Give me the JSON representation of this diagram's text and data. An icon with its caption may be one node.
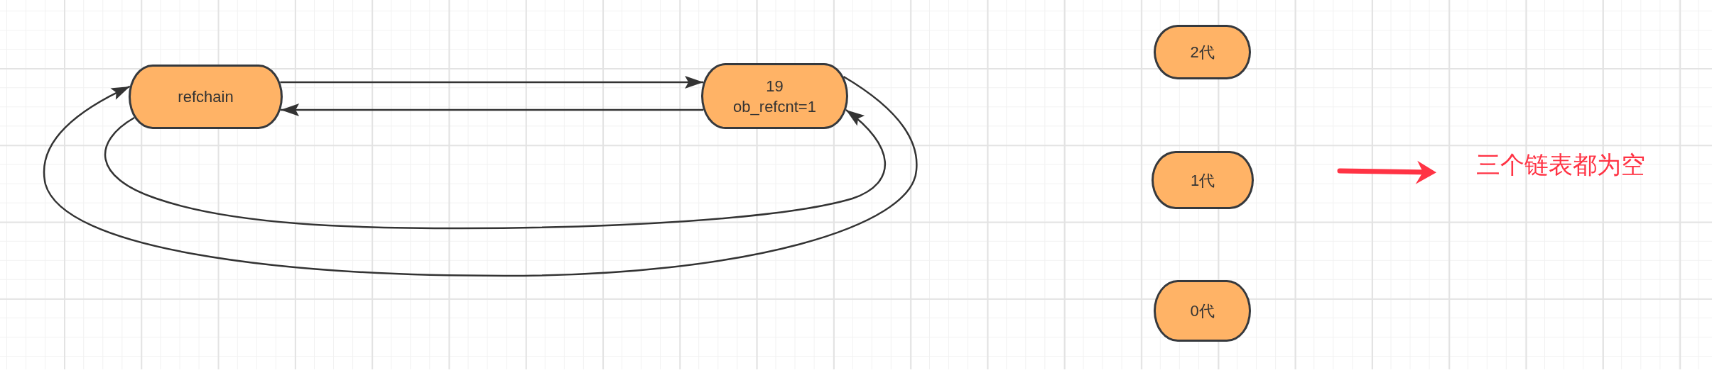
{
  "diagram": {
    "nodes": [
      {
        "text": [
          "refchain"
        ]
      },
      {
        "text": [
          "19",
          "ob_refcnt=1"
        ]
      },
      {
        "text": [
          "2代"
        ]
      },
      {
        "text": [
          "1代"
        ]
      },
      {
        "text": [
          "0代"
        ]
      },
      {
        "text": [
          "三个链表都为空"
        ]
      }
    ],
    "edges": [
      {
        "from": 0,
        "to": 1,
        "arrow": "to"
      },
      {
        "from": 1,
        "to": 0,
        "arrow": "to"
      },
      {
        "from": 0,
        "to": 1,
        "arrow": "to"
      },
      {
        "from": 1,
        "to": 0,
        "arrow": "to"
      },
      {
        "from": null,
        "to": 5,
        "arrow": "to",
        "style": "thick",
        "color": "#ff3344"
      }
    ]
  }
}
